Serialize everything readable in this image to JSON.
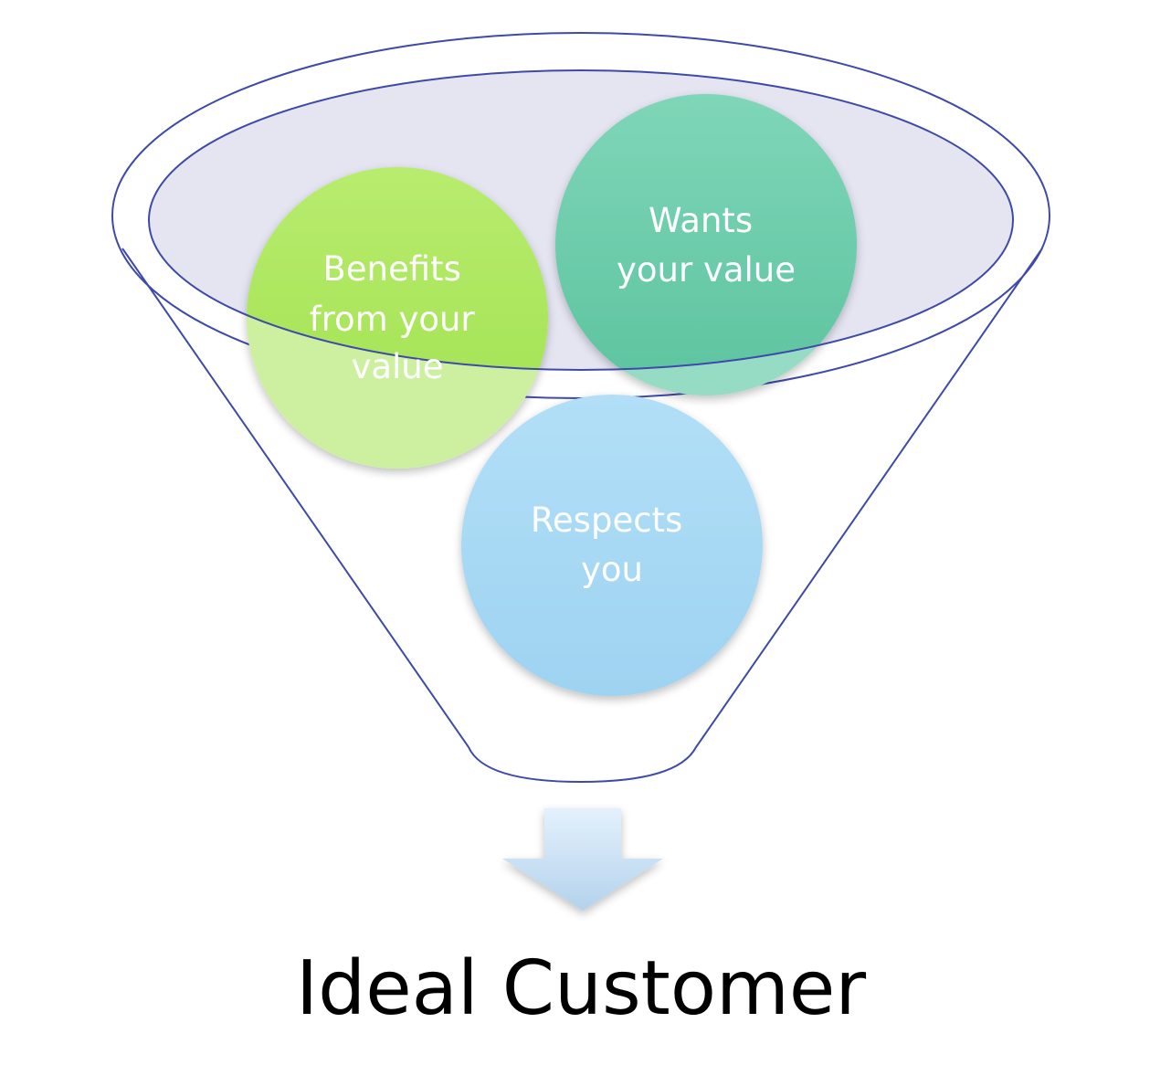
{
  "funnel": {
    "stroke_color": "#3f4aa8",
    "fill_color": "#e4e5f1"
  },
  "circles": [
    {
      "id": "benefits",
      "lines": [
        "Benefits",
        "from your",
        "value"
      ],
      "color": "#a8e660"
    },
    {
      "id": "wants",
      "lines": [
        "Wants",
        "your value"
      ],
      "color": "#6fcfb0"
    },
    {
      "id": "respects",
      "lines": [
        "Respects",
        "you"
      ],
      "color": "#a6d9f5"
    }
  ],
  "arrow": {
    "icon": "down-arrow-icon",
    "color_top": "#dceefc",
    "color_bottom": "#b7d5ee"
  },
  "result": {
    "label": "Ideal Customer"
  }
}
